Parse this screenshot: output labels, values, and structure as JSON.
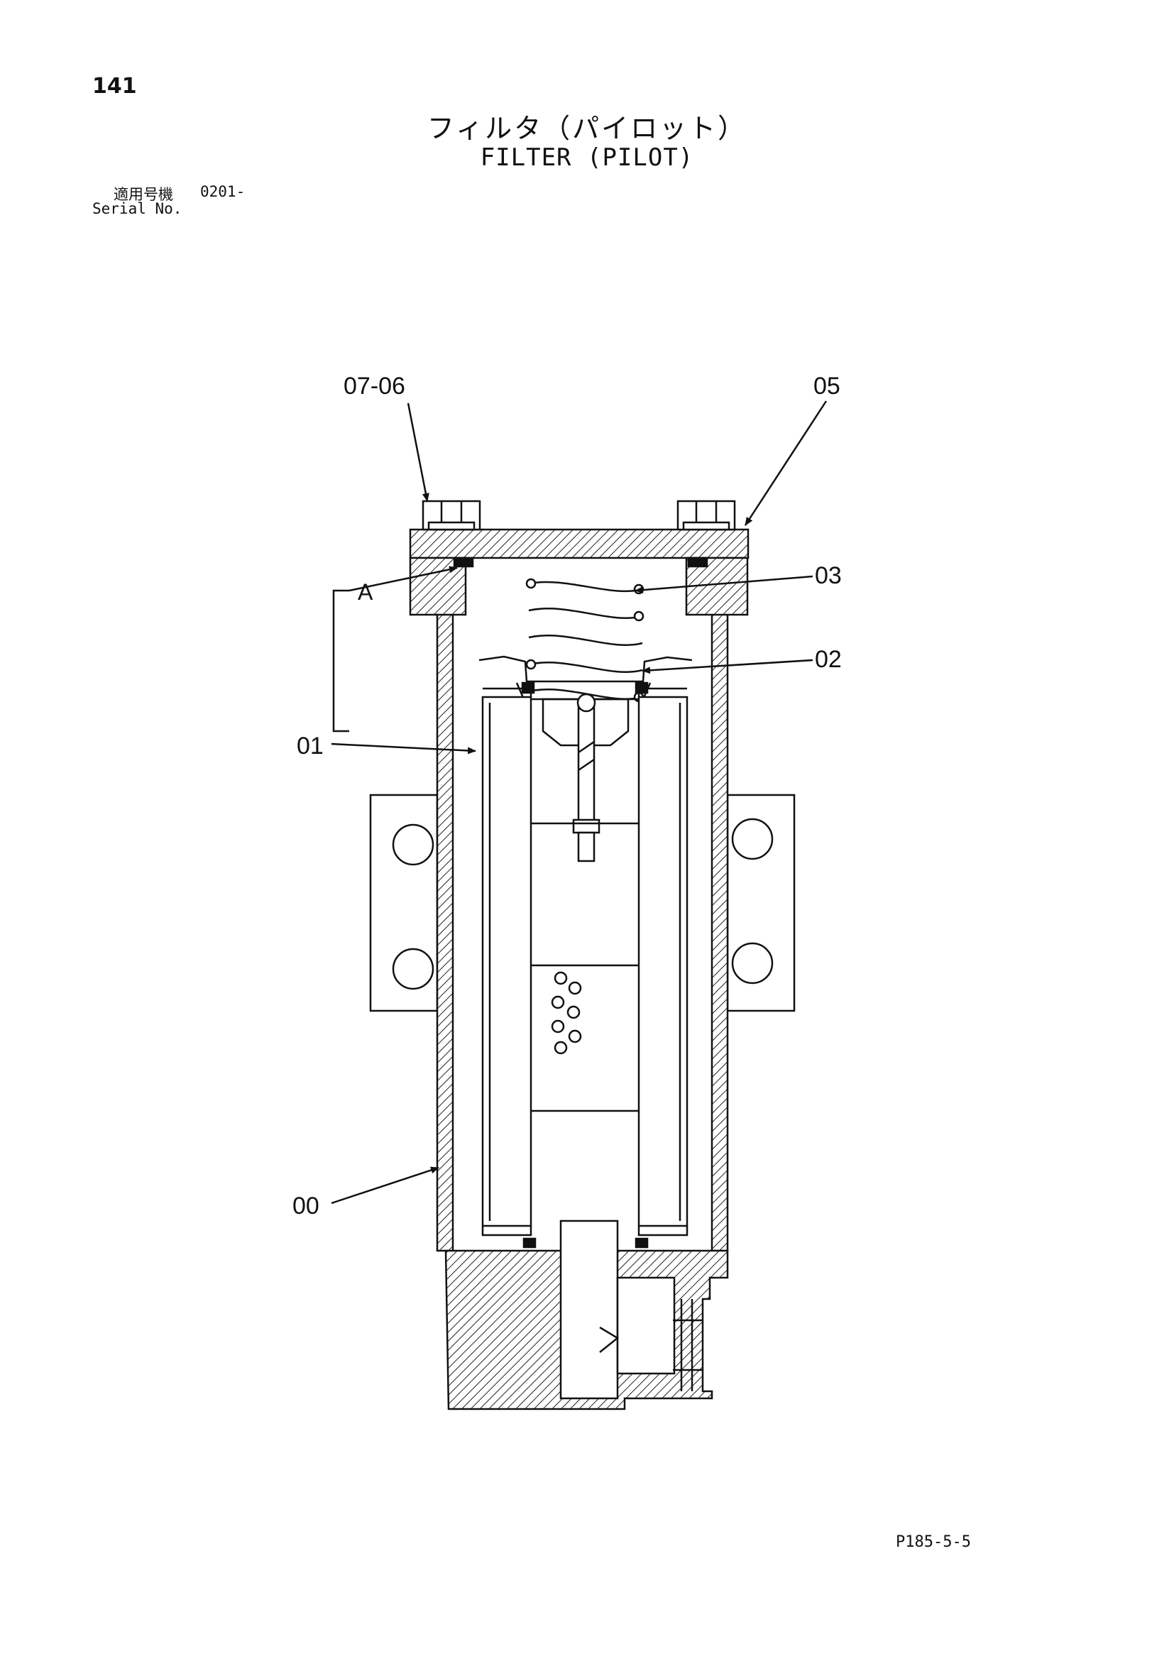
{
  "header": {
    "page_number": "141",
    "title_jp": "フィルタ（パイロット）",
    "title_en": "FILTER (PILOT)",
    "serial_label_jp": "適用号機",
    "serial_value": "0201-",
    "serial_label_en": "Serial No."
  },
  "callouts": {
    "c0706": "07-06",
    "c05": "05",
    "cA": "A",
    "c03": "03",
    "c02": "02",
    "c01": "01",
    "c00": "00"
  },
  "footer": {
    "doc_code": "P185-5-5"
  }
}
